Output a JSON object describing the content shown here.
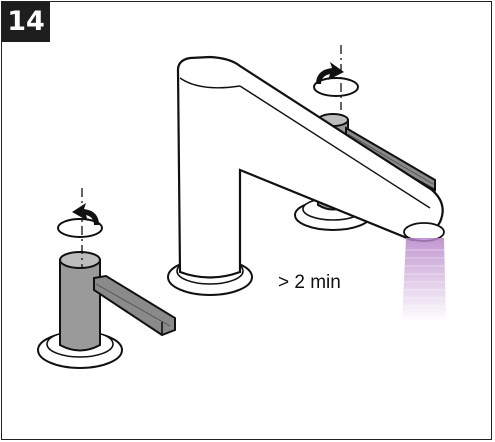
{
  "step": {
    "number": "14"
  },
  "instruction": {
    "duration_label": "> 2 min"
  },
  "colors": {
    "outline": "#111111",
    "metal": "#9a9a9a",
    "metal_dark": "#7d7d7d",
    "water": "#b785c9",
    "badge": "#1e1e1e"
  },
  "icons": [
    "rotate-handle-icon-left",
    "rotate-handle-icon-right",
    "faucet-spout",
    "left-valve-handle",
    "right-valve-handle",
    "water-flow"
  ]
}
